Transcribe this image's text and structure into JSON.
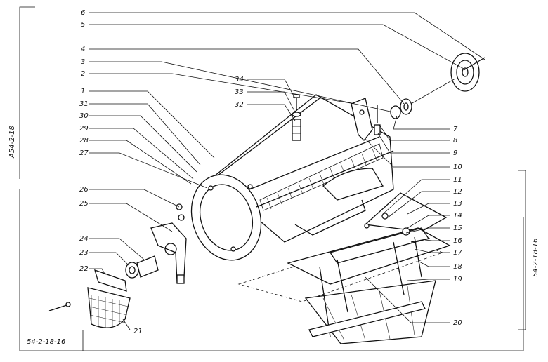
{
  "diagram": {
    "callouts": [
      {
        "id": "c1",
        "label": "1"
      },
      {
        "id": "c2",
        "label": "2"
      },
      {
        "id": "c3",
        "label": "3"
      },
      {
        "id": "c4",
        "label": "4"
      },
      {
        "id": "c5",
        "label": "5"
      },
      {
        "id": "c6",
        "label": "6"
      },
      {
        "id": "c7",
        "label": "7"
      },
      {
        "id": "c8",
        "label": "8"
      },
      {
        "id": "c9",
        "label": "9"
      },
      {
        "id": "c10",
        "label": "10"
      },
      {
        "id": "c11",
        "label": "11"
      },
      {
        "id": "c12",
        "label": "12"
      },
      {
        "id": "c13",
        "label": "13"
      },
      {
        "id": "c14",
        "label": "14"
      },
      {
        "id": "c15",
        "label": "15"
      },
      {
        "id": "c16",
        "label": "16"
      },
      {
        "id": "c17",
        "label": "17"
      },
      {
        "id": "c18",
        "label": "18"
      },
      {
        "id": "c19",
        "label": "19"
      },
      {
        "id": "c20",
        "label": "20"
      },
      {
        "id": "c21",
        "label": "21"
      },
      {
        "id": "c22",
        "label": "22"
      },
      {
        "id": "c23",
        "label": "23"
      },
      {
        "id": "c24",
        "label": "24"
      },
      {
        "id": "c25",
        "label": "25"
      },
      {
        "id": "c26",
        "label": "26"
      },
      {
        "id": "c27",
        "label": "27"
      },
      {
        "id": "c28",
        "label": "28"
      },
      {
        "id": "c29",
        "label": "29"
      },
      {
        "id": "c30",
        "label": "30"
      },
      {
        "id": "c31",
        "label": "31"
      },
      {
        "id": "c32",
        "label": "32"
      },
      {
        "id": "c33",
        "label": "33"
      },
      {
        "id": "c34",
        "label": "34"
      }
    ],
    "bracket_left": "A54-2-18",
    "bracket_right": "54-2-18-16",
    "bracket_bottom": "54-2-18-16"
  }
}
